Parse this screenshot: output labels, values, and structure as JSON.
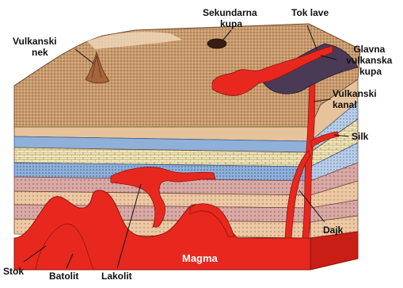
{
  "labels": {
    "vulkanski_nek": [
      "Vulkanski",
      "nek"
    ],
    "sekundarna_kupa": [
      "Sekundarna",
      "kupa"
    ],
    "tok_lave": "Tok lave",
    "glavna_vulkanska_kupa": [
      "Glavna",
      "vulkanska",
      "kupa"
    ],
    "vulkanski_kanal": [
      "Vulkanski",
      "kanal"
    ],
    "silk": "Silk",
    "dajk": "Dajk",
    "magma": "Magma",
    "stok": "Stok",
    "batolit": "Batolit",
    "lakolit": "Lakolit"
  },
  "colors": {
    "surface": "#e2b98a",
    "surface_dark": "#b98a5c",
    "layer_tan": "#e9c9a0",
    "layer_blue": "#8fb0d8",
    "layer_cream": "#f3e6b8",
    "layer_pink": "#d9a9a6",
    "magma": "#e8281e",
    "lava_dark": "#4b3a55"
  }
}
